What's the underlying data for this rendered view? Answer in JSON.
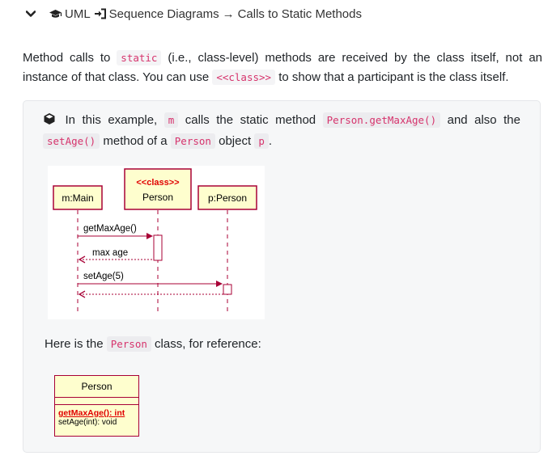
{
  "breadcrumb": {
    "items": [
      "UML",
      "Sequence Diagrams",
      "Calls to Static Methods"
    ],
    "separator": "→",
    "icons": [
      "chevron-down-icon",
      "graduation-cap-icon",
      "sign-in-icon"
    ]
  },
  "intro": {
    "p1": "Method calls to",
    "code1": "static",
    "p2": "(i.e., class-level) methods are received by the class itself, not an instance of that class. You can use",
    "code2": "<<class>>",
    "p3": "to show that a participant is the class itself."
  },
  "example": {
    "icon": "cube-icon",
    "t1": "In this example,",
    "c1": "m",
    "t2": "calls the static method",
    "c2": "Person.getMaxAge()",
    "t3": "and also the",
    "c3": "setAge()",
    "t4": "method of a",
    "c4": "Person",
    "t5": "object",
    "c5": "p",
    "t6": "."
  },
  "sequence_diagram": {
    "participants": [
      {
        "label": "m:Main"
      },
      {
        "stereotype": "<<class>>",
        "label": "Person"
      },
      {
        "label": "p:Person"
      }
    ],
    "messages": [
      {
        "label": "getMaxAge()"
      },
      {
        "label": "max age"
      },
      {
        "label": "setAge(5)"
      }
    ],
    "colors": {
      "border": "#a80036",
      "fill": "#fefece",
      "stereotype": "#e00000"
    }
  },
  "reference": {
    "t1": "Here is the",
    "code": "Person",
    "t2": "class, for reference:"
  },
  "class_box": {
    "name": "Person",
    "method1": "getMaxAge(): int",
    "method2": "setAge(int): void"
  }
}
